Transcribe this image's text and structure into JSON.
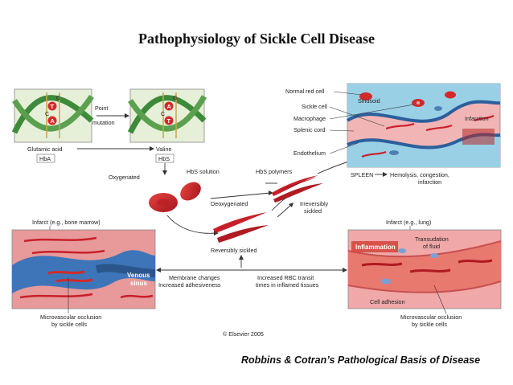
{
  "title": "Pathophysiology of Sickle Cell Disease",
  "credit": "Robbins & Cotran’s Pathological Basis of Disease",
  "copyright": "© Elsevier 2005",
  "dna": {
    "point": "Point",
    "mutation": "mutation",
    "glutamic_acid": "Glutamic acid",
    "valine": "Valine",
    "hba": "HbA",
    "hbs": "HbS",
    "bases_left": [
      "T",
      "A"
    ],
    "bases_right": [
      "A",
      "T"
    ],
    "letters_c": "C",
    "letters_g": "G"
  },
  "center": {
    "oxygenated": "Oxygenated",
    "hbs_solution": "HbS solution",
    "hbs_polymers": "HbS polymers",
    "deoxygenated": "Deoxygenated",
    "irreversibly_1": "Irreversibly",
    "irreversibly_2": "sickled",
    "reversibly": "Reversibly sickled"
  },
  "spleen": {
    "normal_red_cell": "Normal red cell",
    "sickle_cell": "Sickle cell",
    "macrophage": "Macrophage",
    "splenic_cord": "Splenic cord",
    "endothelium": "Endothelium",
    "sinusoid": "Sinusoid",
    "infarction": "Infarction",
    "spleen": "SPLEEN",
    "outcome_1": "Hemolysis, congestion,",
    "outcome_2": "infarction"
  },
  "bone": {
    "infarct": "Infarct (e.g., bone marrow)",
    "venous_1": "Venous",
    "venous_2": "sinus",
    "occlusion_1": "Microvascular occlusion",
    "occlusion_2": "by sickle cells"
  },
  "lung": {
    "infarct": "Infarct (e.g., lung)",
    "inflammation": "Inflammation",
    "transudation_1": "Transudation",
    "transudation_2": "of fluid",
    "cell_adhesion": "Cell adhesion",
    "occlusion_1": "Microvascular occlusion",
    "occlusion_2": "by sickle cells"
  },
  "bottom": {
    "membrane_1": "Membrane changes",
    "membrane_2": "Increased adhesiveness",
    "transit_1": "Increased RBC transit",
    "transit_2": "times in inflamed tissues"
  },
  "colors": {
    "rbc": "#c8202a",
    "tissue_pink": "#f0a8a8",
    "vessel_blue": "#3a6fb0",
    "dna_green": "#3d8a3a",
    "panel_border": "#888888"
  }
}
